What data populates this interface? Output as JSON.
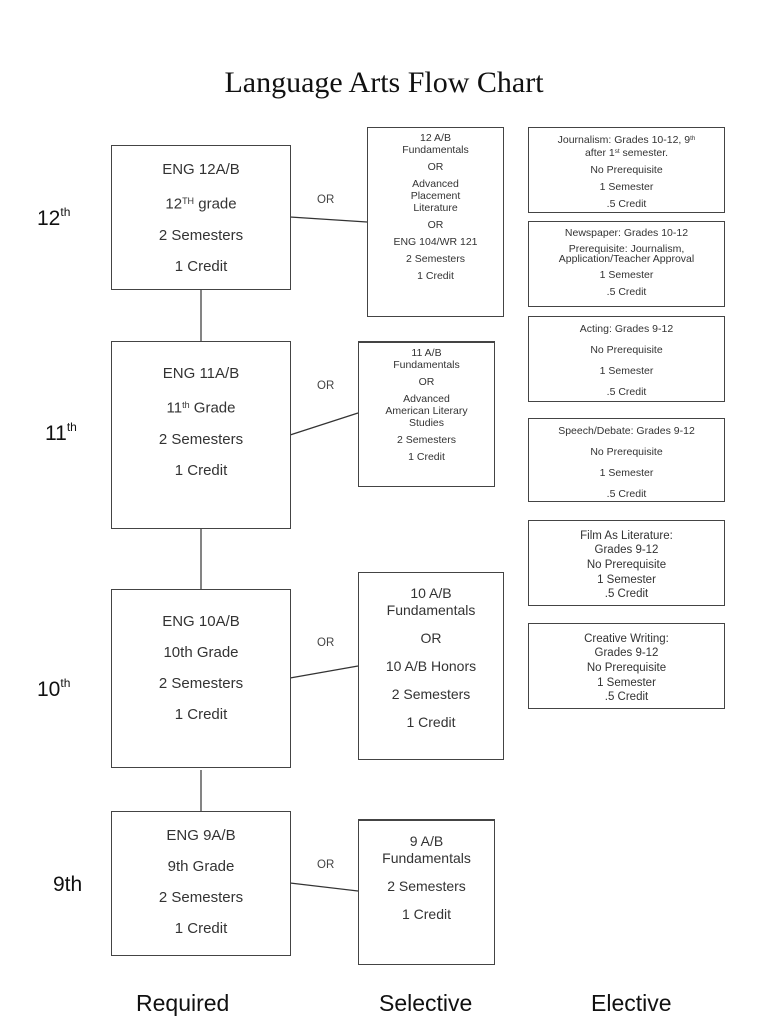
{
  "title": "Language Arts Flow Chart",
  "grades": [
    {
      "num": "12",
      "suffix": "th"
    },
    {
      "num": "11",
      "suffix": "th"
    },
    {
      "num": "10",
      "suffix": "th"
    },
    {
      "num": "9th",
      "suffix": ""
    }
  ],
  "or_label": "OR",
  "required": [
    {
      "course": "ENG 12A/B",
      "grade_num": "12",
      "grade_sup": "TH",
      "grade_rest": " grade",
      "length": "2 Semesters",
      "credit": "1 Credit"
    },
    {
      "course": "ENG 11A/B",
      "grade_num": "11",
      "grade_sup": "th",
      "grade_rest": " Grade",
      "length": "2 Semesters",
      "credit": "1 Credit"
    },
    {
      "course": "ENG 10A/B",
      "grade_num": "10th Grade",
      "grade_sup": "",
      "grade_rest": "",
      "length": "2 Semesters",
      "credit": "1 Credit"
    },
    {
      "course": "ENG 9A/B",
      "grade_num": "9th Grade",
      "grade_sup": "",
      "grade_rest": "",
      "length": "2 Semesters",
      "credit": "1 Credit"
    }
  ],
  "selective": [
    {
      "lines": [
        "12 A/B",
        "Fundamentals",
        "OR",
        "Advanced",
        "Placement",
        "Literature",
        "OR",
        "ENG 104/WR 121",
        "2 Semesters",
        "1 Credit"
      ]
    },
    {
      "lines": [
        "11 A/B",
        "Fundamentals",
        "OR",
        "Advanced",
        "American Literary",
        "Studies",
        "2 Semesters",
        "1 Credit"
      ]
    },
    {
      "lines": [
        "10 A/B",
        "Fundamentals",
        "OR",
        "10 A/B Honors",
        "2 Semesters",
        "1 Credit"
      ]
    },
    {
      "lines": [
        "9 A/B",
        "Fundamentals",
        "2 Semesters",
        "1 Credit"
      ]
    }
  ],
  "elective": [
    {
      "l1a": "Journalism:  Grades 10-12, 9",
      "l1sup": "th",
      "l2a": "after 1",
      "l2sup": "st",
      "l2b": " semester.",
      "prereq": "No  Prerequisite",
      "length": "1 Semester",
      "credit": ".5 Credit"
    },
    {
      "name": "Newspaper: Grades 10-12",
      "prereq1": "Prerequisite: Journalism,",
      "prereq2": "Application/Teacher Approval",
      "length": "1 Semester",
      "credit": ".5 Credit"
    },
    {
      "name": "Acting: Grades 9-12",
      "prereq": "No Prerequisite",
      "length": "1 Semester",
      "credit": ".5 Credit"
    },
    {
      "name": "Speech/Debate: Grades 9-12",
      "prereq": "No Prerequisite",
      "length": "1 Semester",
      "credit": ".5 Credit"
    },
    {
      "name": "Film As Literature:",
      "grades": "Grades 9-12",
      "prereq": "No Prerequisite",
      "length": "1 Semester",
      "credit": ".5 Credit"
    },
    {
      "name": "Creative Writing:",
      "grades": "Grades 9-12",
      "prereq": "No Prerequisite",
      "length": "1 Semester",
      "credit": ".5 Credit"
    }
  ],
  "footer": {
    "required": "Required",
    "selective": "Selective",
    "elective": "Elective"
  }
}
